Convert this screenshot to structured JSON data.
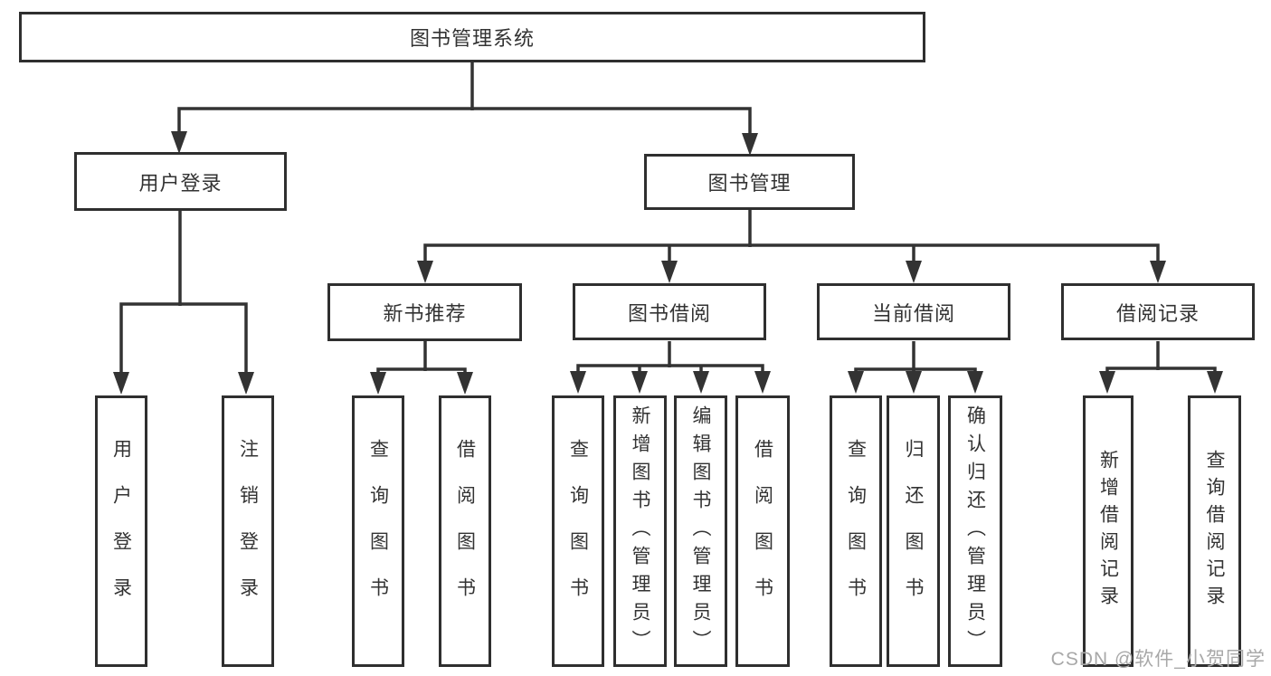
{
  "diagram": {
    "type": "tree",
    "root": {
      "label": "图书管理系统"
    },
    "branches": {
      "user": {
        "label": "用户登录",
        "children": [
          {
            "label": "用户登录"
          },
          {
            "label": "注销登录"
          }
        ]
      },
      "book": {
        "label": "图书管理",
        "sections": [
          {
            "label": "新书推荐",
            "children": [
              {
                "label": "查询图书"
              },
              {
                "label": "借阅图书"
              }
            ]
          },
          {
            "label": "图书借阅",
            "children": [
              {
                "label": "查询图书"
              },
              {
                "label": "新增图书（管理员）"
              },
              {
                "label": "编辑图书（管理员）"
              },
              {
                "label": "借阅图书"
              }
            ]
          },
          {
            "label": "当前借阅",
            "children": [
              {
                "label": "查询图书"
              },
              {
                "label": "归还图书"
              },
              {
                "label": "确认归还（管理员）"
              }
            ]
          },
          {
            "label": "借阅记录",
            "children": [
              {
                "label": "新增借阅记录"
              },
              {
                "label": "查询借阅记录"
              }
            ]
          }
        ]
      }
    }
  },
  "watermark": {
    "text": "CSDN @软件_小贺同学"
  },
  "colors": {
    "line": "#333333",
    "box_border": "#2f2f2f",
    "text": "#333333",
    "background": "#ffffff",
    "watermark": "#a8a8a8"
  }
}
